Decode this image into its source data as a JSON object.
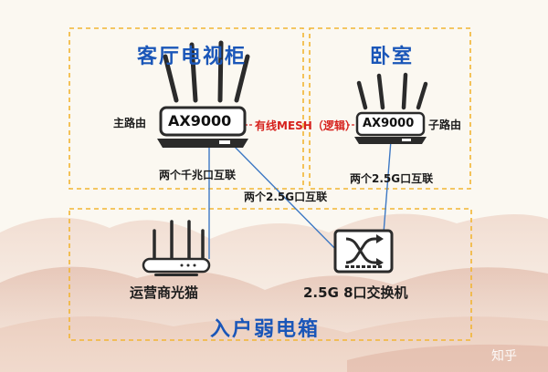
{
  "zones": {
    "living_room": "客厅电视柜",
    "bedroom": "卧室",
    "weak_box": "入户弱电箱"
  },
  "devices": {
    "main_router_model": "AX9000",
    "main_router_label": "主路由",
    "sub_router_model": "AX9000",
    "sub_router_label": "子路由",
    "modem_label": "运营商光猫",
    "switch_label": "2.5G 8口交换机"
  },
  "links": {
    "mesh_label": "有线MESH（逻辑）",
    "gigabit_label": "两个千兆口互联",
    "main_25g_label": "两个2.5G口互联",
    "sub_25g_label": "两个2.5G口互联"
  },
  "watermark": "知乎",
  "colors": {
    "zone_border": "#f2b533",
    "zone_title": "#1a56b8",
    "link_line": "#3d78c4",
    "mesh_text": "#d6211d",
    "device_outline": "#2b2b2b"
  }
}
